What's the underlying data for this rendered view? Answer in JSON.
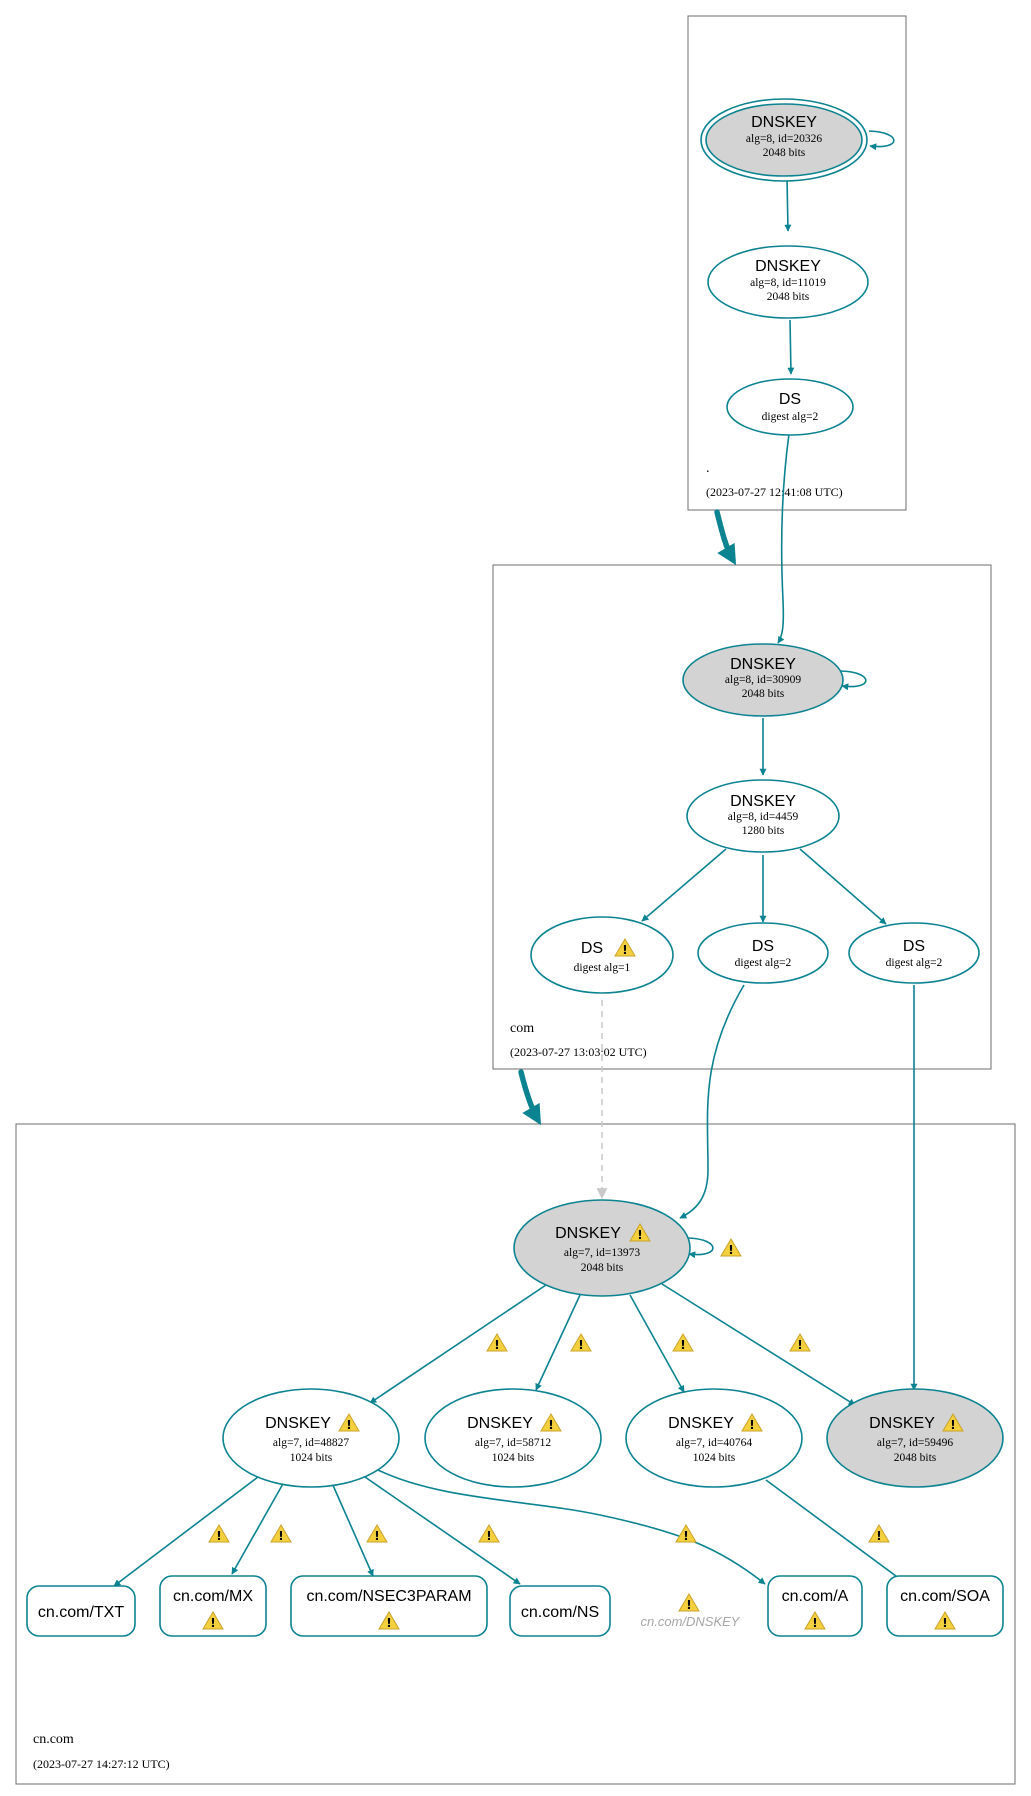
{
  "colors": {
    "edge": "#0b8391",
    "ksk_fill": "#d3d3d3",
    "zone_border": "#6e6e6e",
    "warning": "#f4d03f",
    "insecure_edge": "#c9c9c9"
  },
  "zones": {
    "root": {
      "name": ".",
      "timestamp": "(2023-07-27 12:41:08 UTC)"
    },
    "com": {
      "name": "com",
      "timestamp": "(2023-07-27 13:03:02 UTC)"
    },
    "cncom": {
      "name": "cn.com",
      "timestamp": "(2023-07-27 14:27:12 UTC)"
    }
  },
  "nodes": {
    "root_ksk": {
      "title": "DNSKEY",
      "line1": "alg=8, id=20326",
      "line2": "2048 bits"
    },
    "root_zsk": {
      "title": "DNSKEY",
      "line1": "alg=8, id=11019",
      "line2": "2048 bits"
    },
    "root_ds": {
      "title": "DS",
      "line1": "digest alg=2"
    },
    "com_ksk": {
      "title": "DNSKEY",
      "line1": "alg=8, id=30909",
      "line2": "2048 bits"
    },
    "com_zsk": {
      "title": "DNSKEY",
      "line1": "alg=8, id=4459",
      "line2": "1280 bits"
    },
    "com_ds1": {
      "title": "DS",
      "line1": "digest alg=1"
    },
    "com_ds2": {
      "title": "DS",
      "line1": "digest alg=2"
    },
    "com_ds3": {
      "title": "DS",
      "line1": "digest alg=2"
    },
    "cn_ksk": {
      "title": "DNSKEY",
      "line1": "alg=7, id=13973",
      "line2": "2048 bits"
    },
    "cn_k1": {
      "title": "DNSKEY",
      "line1": "alg=7, id=48827",
      "line2": "1024 bits"
    },
    "cn_k2": {
      "title": "DNSKEY",
      "line1": "alg=7, id=58712",
      "line2": "1024 bits"
    },
    "cn_k3": {
      "title": "DNSKEY",
      "line1": "alg=7, id=40764",
      "line2": "1024 bits"
    },
    "cn_k4": {
      "title": "DNSKEY",
      "line1": "alg=7, id=59496",
      "line2": "2048 bits"
    }
  },
  "rrsets": {
    "txt": "cn.com/TXT",
    "mx": "cn.com/MX",
    "nsec3param": "cn.com/NSEC3PARAM",
    "ns": "cn.com/NS",
    "dnskey": "cn.com/DNSKEY",
    "a": "cn.com/A",
    "soa": "cn.com/SOA"
  },
  "icons": {
    "warning": "warning-icon"
  }
}
